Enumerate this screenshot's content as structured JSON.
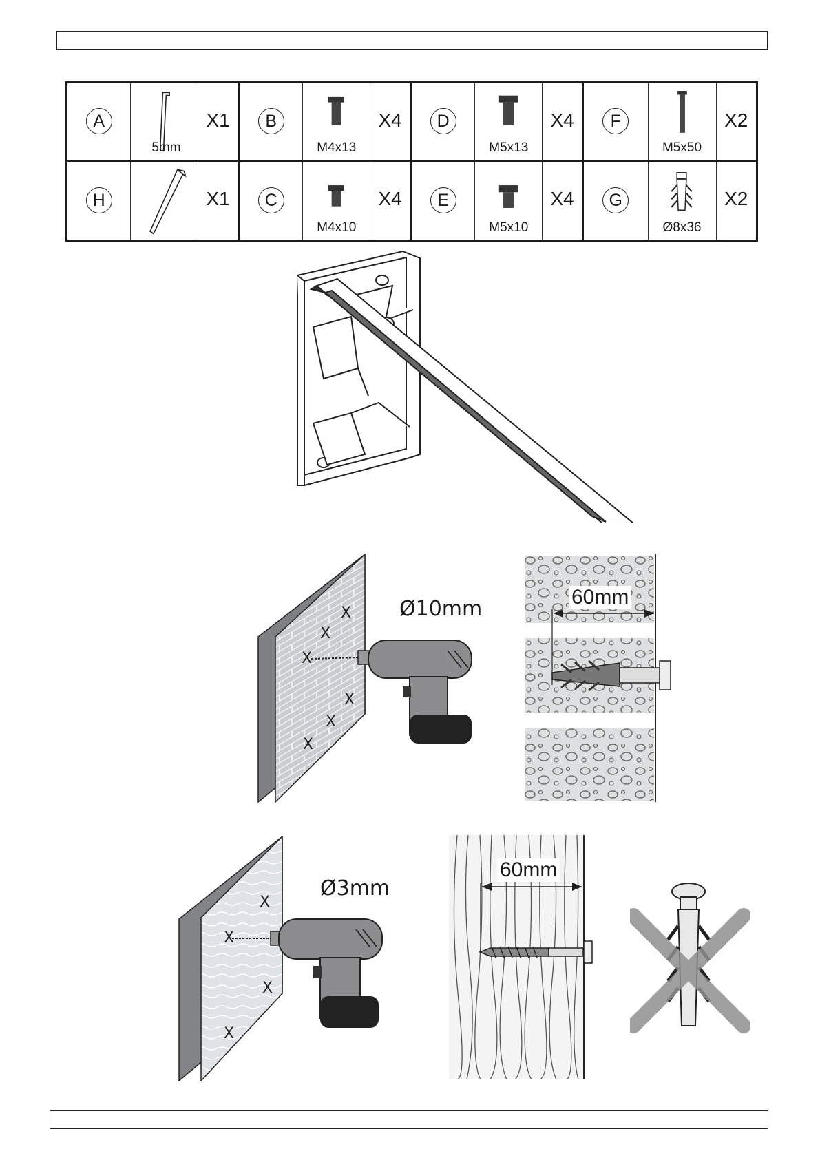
{
  "parts": [
    {
      "letter": "A",
      "size": "5mm",
      "qty": "X1",
      "icon": "hex-key-icon"
    },
    {
      "letter": "B",
      "size": "M4x13",
      "qty": "X4",
      "icon": "screw-icon"
    },
    {
      "letter": "D",
      "size": "M5x13",
      "qty": "X4",
      "icon": "screw-icon"
    },
    {
      "letter": "F",
      "size": "M5x50",
      "qty": "X2",
      "icon": "long-screw-icon"
    },
    {
      "letter": "H",
      "size": "",
      "qty": "X1",
      "icon": "hex-key-icon"
    },
    {
      "letter": "C",
      "size": "M4x10",
      "qty": "X4",
      "icon": "screw-icon"
    },
    {
      "letter": "E",
      "size": "M5x10",
      "qty": "X4",
      "icon": "screw-icon"
    },
    {
      "letter": "G",
      "size": "Ø8x36",
      "qty": "X2",
      "icon": "wall-plug-icon"
    }
  ],
  "brick_drill": {
    "diameter": "Ø10mm",
    "depth": "60mm"
  },
  "wood_drill": {
    "diameter": "Ø3mm",
    "depth": "60mm"
  }
}
